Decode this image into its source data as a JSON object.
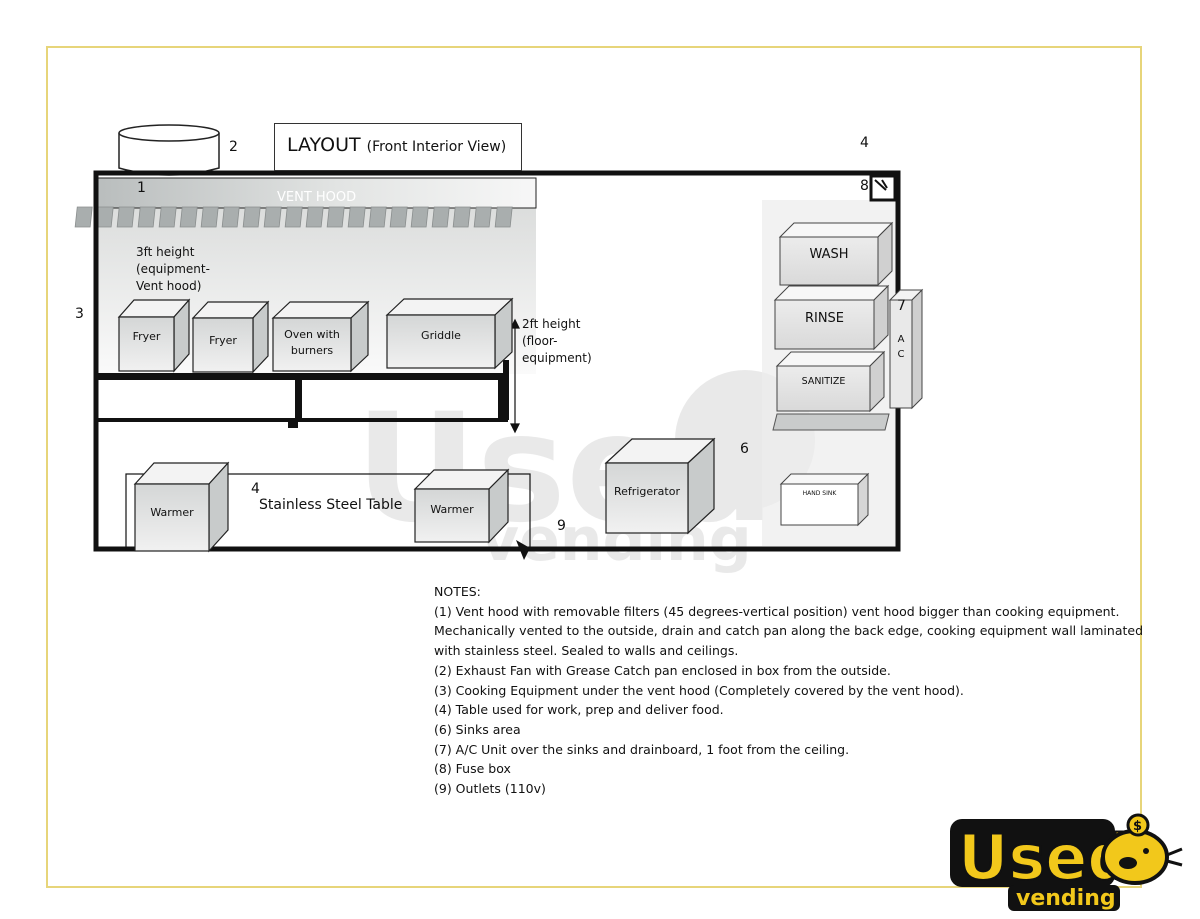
{
  "title": {
    "main": "LAYOUT",
    "sub": "(Front Interior View)"
  },
  "callouts": {
    "n1": "1",
    "n2": "2",
    "n3": "3",
    "n4_top": "4",
    "n4_table": "4",
    "n6": "6",
    "n7": "7",
    "n8": "8",
    "n9": "9"
  },
  "hood": {
    "label": "VENT HOOD",
    "height_note": [
      "3ft height",
      "(equipment-",
      "Vent hood)"
    ]
  },
  "floor_note": [
    "2ft height",
    "(floor-",
    "equipment)"
  ],
  "equipment": {
    "fryer1": "Fryer",
    "fryer2": "Fryer",
    "oven": [
      "Oven with",
      "burners"
    ],
    "griddle": "Griddle",
    "warmer1": "Warmer",
    "warmer2": "Warmer",
    "table": "Stainless Steel Table",
    "refrigerator": "Refrigerator"
  },
  "sinks": {
    "wash": "WASH",
    "rinse": "RINSE",
    "sanitize": "SANITIZE",
    "hand": "HAND SINK"
  },
  "ac": {
    "a": "A",
    "c": "C"
  },
  "notes": {
    "heading": "NOTES:",
    "lines": [
      "(1) Vent hood with removable filters (45 degrees-vertical position) vent hood bigger than cooking equipment.",
      "Mechanically vented to the outside, drain and catch pan along the back edge, cooking equipment wall laminated",
      "with stainless steel. Sealed to walls and ceilings.",
      "(2) Exhaust Fan with Grease Catch pan enclosed in box from the outside.",
      "(3) Cooking Equipment under the vent hood (Completely covered by the vent hood).",
      "(4) Table used for work, prep and deliver food.",
      "(6) Sinks area",
      "(7) A/C Unit over the sinks and drainboard, 1 foot from the ceiling.",
      "(8) Fuse box",
      "(9) Outlets (110v)"
    ]
  },
  "watermark": {
    "word": "Used",
    "sub": "vending"
  },
  "logo": {
    "word": "Used",
    "sub": "vending"
  },
  "colors": {
    "frame": "#e7d57a",
    "logo_yellow": "#f2c81b",
    "logo_black": "#111111"
  }
}
